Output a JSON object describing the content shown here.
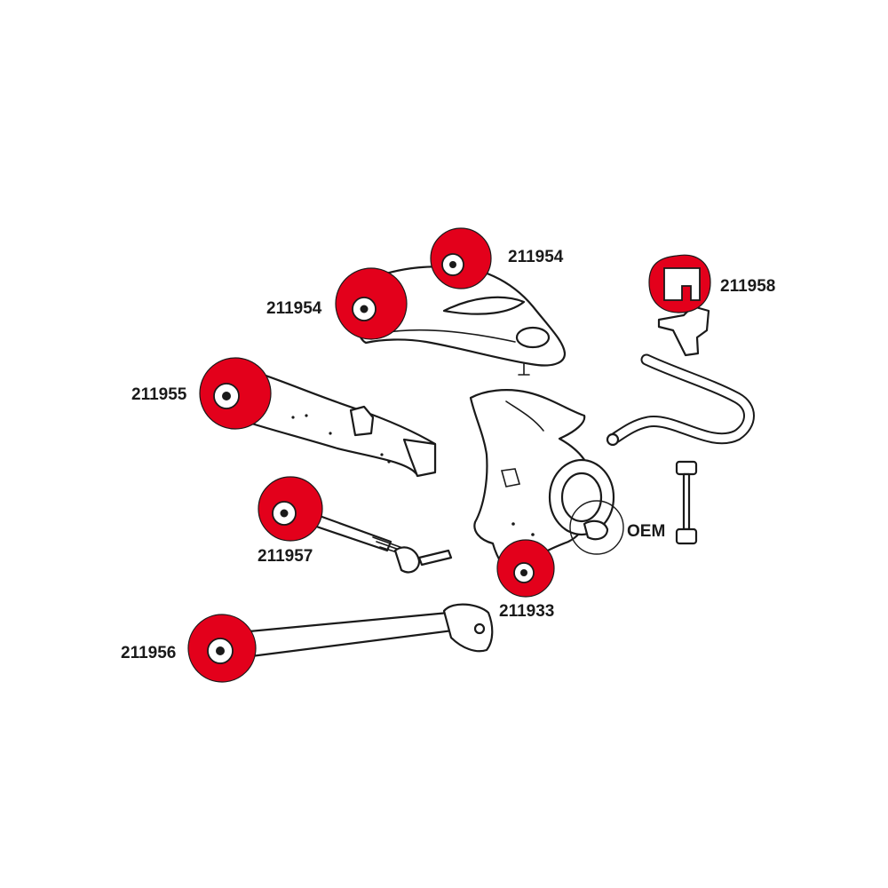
{
  "colors": {
    "bushing": "#e3001b",
    "line": "#1a1a1a",
    "background": "#ffffff"
  },
  "labels": {
    "upper_arm_rear": "211954",
    "upper_arm_front": "211954",
    "sway_bar_bushing": "211958",
    "trailing_arm": "211955",
    "toe_link": "211957",
    "knuckle_lower": "211933",
    "oem": "OEM",
    "lower_arm": "211956"
  }
}
